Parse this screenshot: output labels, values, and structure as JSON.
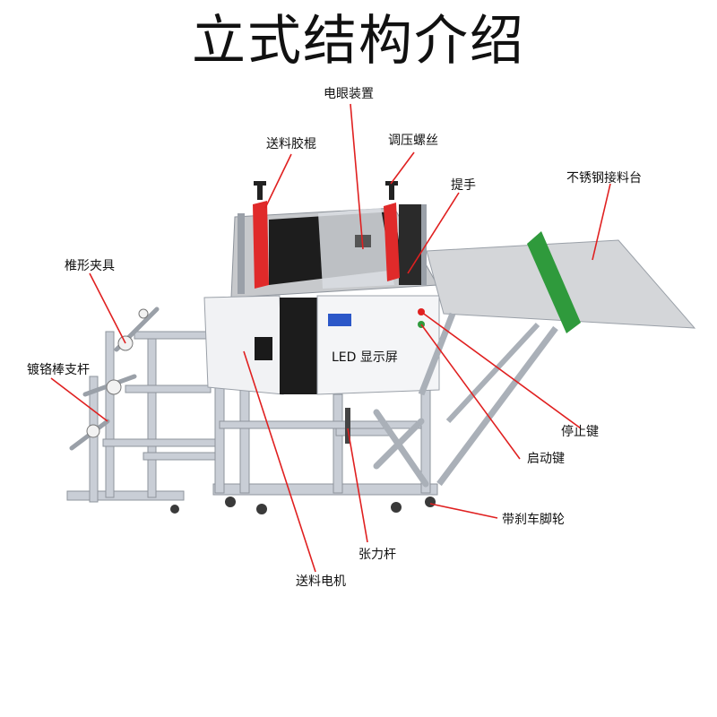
{
  "title": "立式结构介绍",
  "labels": {
    "sensor": "电眼装置",
    "adjust_screw": "调压螺丝",
    "feed_roller": "送料胶棍",
    "handle": "提手",
    "table": "不锈钢接料台",
    "cone_clamp": "椎形夹具",
    "chrome_rod": "镀铬棒支杆",
    "led": "LED 显示屏",
    "stop_key": "停止键",
    "start_key": "启动键",
    "brake_wheel": "带刹车脚轮",
    "tension_rod": "张力杆",
    "feed_motor": "送料电机"
  },
  "colors": {
    "leader": "#e02020",
    "frame": "#c9ced6",
    "roller": "#e02a2a",
    "panel": "#f4f5f7",
    "lcd": "#2b57c8",
    "guide": "#2f9a3c"
  }
}
